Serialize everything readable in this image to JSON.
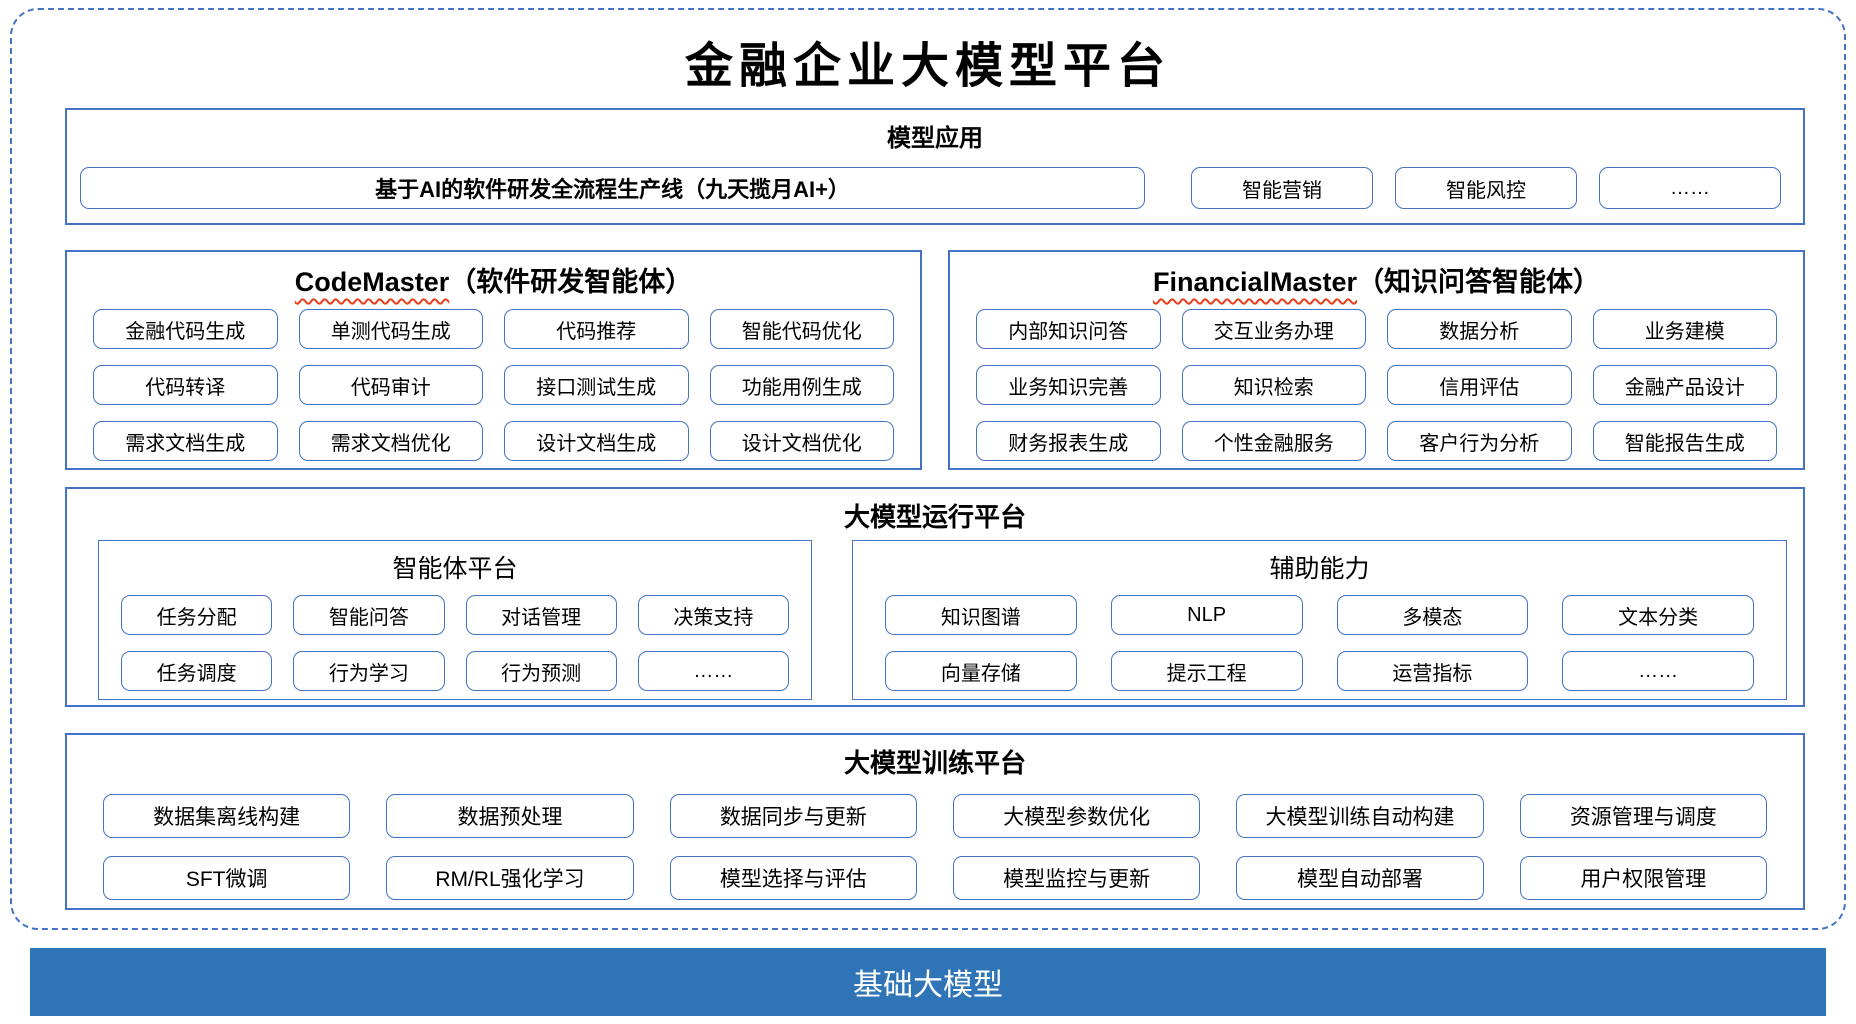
{
  "title": "金融企业大模型平台",
  "colors": {
    "border_blue": "#4472C4",
    "foundation_bar_blue": "#2E74B6",
    "spellcheck_red": "#E8401C"
  },
  "model_apps": {
    "header": "模型应用",
    "main_item": "基于AI的软件研发全流程生产线（九天揽月AI+）",
    "items": [
      "智能营销",
      "智能风控",
      "……"
    ]
  },
  "agents": [
    {
      "name_en": "CodeMaster",
      "name_cn": "（软件研发智能体）",
      "items": [
        "金融代码生成",
        "单测代码生成",
        "代码推荐",
        "智能代码优化",
        "代码转译",
        "代码审计",
        "接口测试生成",
        "功能用例生成",
        "需求文档生成",
        "需求文档优化",
        "设计文档生成",
        "设计文档优化"
      ]
    },
    {
      "name_en": "FinancialMaster",
      "name_cn": "（知识问答智能体）",
      "items": [
        "内部知识问答",
        "交互业务办理",
        "数据分析",
        "业务建模",
        "业务知识完善",
        "知识检索",
        "信用评估",
        "金融产品设计",
        "财务报表生成",
        "个性金融服务",
        "客户行为分析",
        "智能报告生成"
      ]
    }
  ],
  "runtime": {
    "header": "大模型运行平台",
    "groups": [
      {
        "header": "智能体平台",
        "items": [
          "任务分配",
          "智能问答",
          "对话管理",
          "决策支持",
          "任务调度",
          "行为学习",
          "行为预测",
          "……"
        ]
      },
      {
        "header": "辅助能力",
        "items": [
          "知识图谱",
          "NLP",
          "多模态",
          "文本分类",
          "向量存储",
          "提示工程",
          "运营指标",
          "……"
        ]
      }
    ]
  },
  "training": {
    "header": "大模型训练平台",
    "items": [
      "数据集离线构建",
      "数据预处理",
      "数据同步与更新",
      "大模型参数优化",
      "大模型训练自动构建",
      "资源管理与调度",
      "SFT微调",
      "RM/RL强化学习",
      "模型选择与评估",
      "模型监控与更新",
      "模型自动部署",
      "用户权限管理"
    ]
  },
  "foundation": {
    "label": "基础大模型"
  }
}
